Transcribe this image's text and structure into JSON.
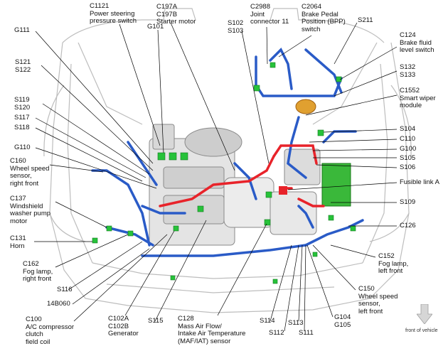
{
  "labels": {
    "c1121": "C1121\nPower steering\npressure switch",
    "c197": "C197A\nC197B\nStarter motor",
    "c2988": "C2988\nJoint\nconnector 11",
    "c2064": "C2064\nBrake Pedal\nPosition (BPP)\nswitch",
    "s211": "S211",
    "g101": "G101",
    "s102": "S102\nS103",
    "g111": "G111",
    "c124": "C124\nBrake fluid\nlevel switch",
    "s121": "S121\nS122",
    "s132": "S132\nS133",
    "c1552": "C1552\nSmart wiper\nmodule",
    "s119": "S119\nS120",
    "s117": "S117",
    "s118": "S118",
    "g110": "G110",
    "c160": "C160\nWheel speed\nsensor,\nright front",
    "c137": "C137\nWindshield\nwasher pump\nmotor",
    "c131": "C131\nHorn",
    "c162": "C162\nFog lamp,\nright front",
    "s116": "S116",
    "b14060": "14B060",
    "c100": "C100\nA/C compressor\nclutch\nfield coil",
    "c102": "C102A\nC102B\nGenerator",
    "s115": "S115",
    "c128": "C128\nMass Air Flow/\nIntake Air Temperature\n(MAF/IAT) sensor",
    "s114": "S114",
    "s112": "S112",
    "s113": "S113",
    "s111": "S111",
    "g104": "G104\nG105",
    "c150": "C150\nWheel speed\nsensor,\nleft front",
    "c152": "C152\nFog lamp,\nleft front",
    "c126": "C126",
    "s109": "S109",
    "fusible": "Fusible link A",
    "s106": "S106",
    "s105": "S105",
    "g100": "G100",
    "c110": "C110",
    "s104": "S104",
    "front": "front of vehicle"
  },
  "colors": {
    "blue_harness": "#2a5bc7",
    "red_harness": "#e8232a",
    "connector_green": "#27c23a",
    "engine_gray": "#9a9a9a",
    "body_outline": "#b8b8b8"
  }
}
